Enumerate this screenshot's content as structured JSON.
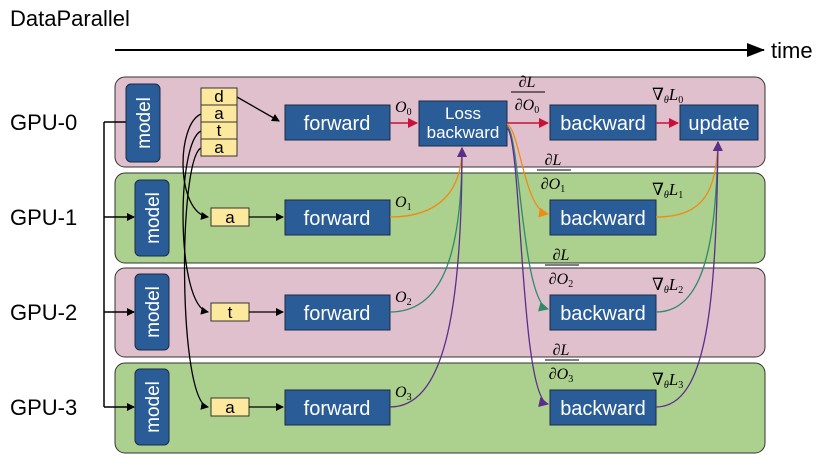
{
  "title": "DataParallel",
  "time_label": "time",
  "gpus": [
    {
      "label": "GPU-0",
      "model": "model",
      "data": [
        "d",
        "a",
        "t",
        "a"
      ],
      "forward": "forward",
      "output": "O0",
      "middle": "Loss backward",
      "backward": "backward",
      "grad_out": "∂L/∂O0",
      "grad_param": "∇θL0",
      "final": "update",
      "color": "#e0c0cc"
    },
    {
      "label": "GPU-1",
      "model": "model",
      "data": [
        "a"
      ],
      "forward": "forward",
      "output": "O1",
      "backward": "backward",
      "grad_out": "∂L/∂O1",
      "grad_param": "∇θL1",
      "color": "#acd08e"
    },
    {
      "label": "GPU-2",
      "model": "model",
      "data": [
        "t"
      ],
      "forward": "forward",
      "output": "O2",
      "backward": "backward",
      "grad_out": "∂L/∂O2",
      "grad_param": "∇θL2",
      "color": "#e0c0cc"
    },
    {
      "label": "GPU-3",
      "model": "model",
      "data": [
        "a"
      ],
      "forward": "forward",
      "output": "O3",
      "backward": "backward",
      "grad_out": "∂L/∂O3",
      "grad_param": "∇θL3",
      "color": "#acd08e"
    }
  ],
  "colors": {
    "box_blue": "#2a5d98",
    "data_yellow": "#fde99d",
    "red": "#c8103a",
    "orange": "#f08a10",
    "teal": "#2f8a6a",
    "purple": "#5b2d8c"
  }
}
